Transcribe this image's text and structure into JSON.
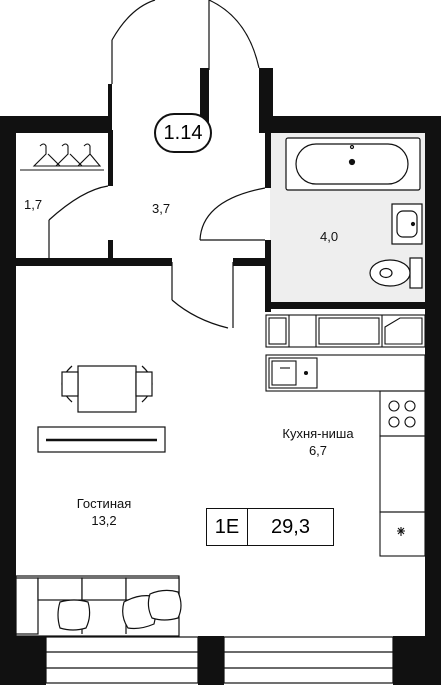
{
  "unit_number": "1.14",
  "apartment_type": "1E",
  "total_area": "29,3",
  "rooms": {
    "wardrobe": {
      "area": "1,7"
    },
    "hallway": {
      "area": "3,7"
    },
    "bathroom": {
      "area": "4,0"
    },
    "kitchen": {
      "name": "Кухня-ниша",
      "area": "6,7"
    },
    "living": {
      "name": "Гостиная",
      "area": "13,2"
    }
  },
  "colors": {
    "wall": "#111111",
    "wet_zone": "#eeeeee",
    "line": "#333333",
    "background": "#ffffff"
  },
  "icons": [
    "hanger-icon",
    "bathtub-icon",
    "sink-icon",
    "toilet-icon",
    "stove-icon",
    "kitchen-sink-icon",
    "dining-table-icon",
    "chair-icon",
    "tv-stand-icon",
    "sofa-icon",
    "pillow-icon",
    "fridge-icon",
    "window-icon",
    "door-swing-icon"
  ]
}
